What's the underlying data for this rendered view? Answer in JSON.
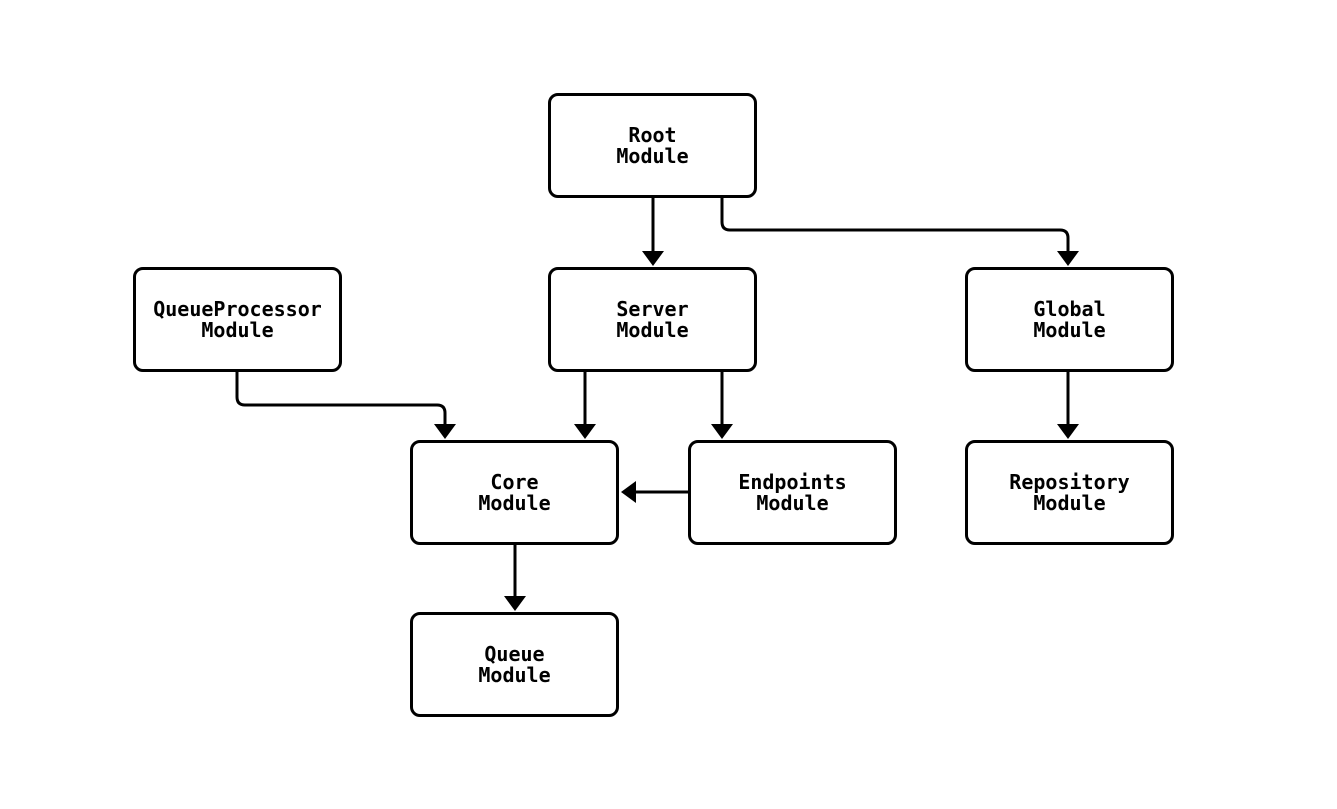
{
  "diagram": {
    "type": "module-dependency-flowchart",
    "background_color": "#ffffff",
    "node_style": {
      "fill": "#ffffff",
      "border_color": "#000000",
      "text_color": "#000000"
    },
    "edge_color": "#000000",
    "nodes": {
      "root": {
        "label": "Root\nModule"
      },
      "queueProcessor": {
        "label": "QueueProcessor\nModule"
      },
      "server": {
        "label": "Server\nModule"
      },
      "global": {
        "label": "Global\nModule"
      },
      "core": {
        "label": "Core\nModule"
      },
      "endpoints": {
        "label": "Endpoints\nModule"
      },
      "repository": {
        "label": "Repository\nModule"
      },
      "queue": {
        "label": "Queue\nModule"
      }
    },
    "edges": [
      {
        "from": "Root Module",
        "to": "Server Module"
      },
      {
        "from": "Root Module",
        "to": "Global Module"
      },
      {
        "from": "QueueProcessor Module",
        "to": "Core Module"
      },
      {
        "from": "Server Module",
        "to": "Core Module"
      },
      {
        "from": "Server Module",
        "to": "Endpoints Module"
      },
      {
        "from": "Endpoints Module",
        "to": "Core Module"
      },
      {
        "from": "Global Module",
        "to": "Repository Module"
      },
      {
        "from": "Core Module",
        "to": "Queue Module"
      }
    ]
  }
}
